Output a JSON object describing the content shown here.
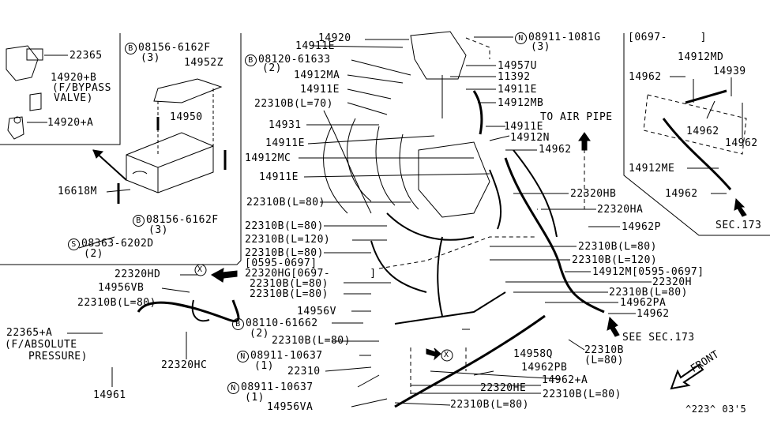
{
  "diagram": {
    "title_code": "^223^ 03'5",
    "front_label": "FRONT",
    "to_air_pipe": "TO AIR PIPE",
    "see_sec_173": "SEE SEC.173",
    "sec_173": "SEC.173",
    "connector_mark": "X",
    "inset_left": {
      "labels": [
        {
          "text": "22365"
        },
        {
          "text": "14920+B"
        },
        {
          "text": "(F/BYPASS"
        },
        {
          "text": "VALVE)"
        },
        {
          "text": "14920+A"
        }
      ]
    },
    "inset_right": {
      "date_range": "[0697-     ]",
      "labels": [
        {
          "text": "14912MD"
        },
        {
          "text": "14962"
        },
        {
          "text": "14939"
        },
        {
          "text": "14962"
        },
        {
          "text": "14962"
        },
        {
          "text": "14912ME"
        },
        {
          "text": "14962"
        }
      ]
    },
    "canister_group": {
      "labels": [
        {
          "badge": "B",
          "text": "08156-6162F",
          "qty": "(3)"
        },
        {
          "text": "14952Z"
        },
        {
          "text": "14950"
        },
        {
          "text": "16618M"
        },
        {
          "badge": "B",
          "text": "08156-6162F",
          "qty": "(3)"
        },
        {
          "badge": "S",
          "text": "08363-6202D",
          "qty": "(2)"
        }
      ]
    },
    "main_labels": [
      {
        "text": "14920"
      },
      {
        "text": "14911E"
      },
      {
        "badge": "B",
        "text": "08120-61633",
        "qty": "(2)"
      },
      {
        "text": "14912MA"
      },
      {
        "text": "14911E"
      },
      {
        "text": "22310B(L=70)"
      },
      {
        "text": "14931"
      },
      {
        "text": "14911E"
      },
      {
        "text": "14912MC"
      },
      {
        "text": "14911E"
      },
      {
        "badge": "N",
        "text": "08911-1081G",
        "qty": "(3)"
      },
      {
        "text": "14957U"
      },
      {
        "text": "11392"
      },
      {
        "text": "14911E"
      },
      {
        "text": "14912MB"
      },
      {
        "text": "14911E"
      },
      {
        "text": "14912N"
      },
      {
        "text": "14962"
      },
      {
        "text": "22320HB"
      },
      {
        "text": "22320HA"
      },
      {
        "text": "14962P"
      },
      {
        "text": "22310B(L=80)"
      },
      {
        "text": "22310B(L=120)"
      },
      {
        "text": "14912M[0595-0697]"
      },
      {
        "text": "22320H"
      },
      {
        "text": "22310B(L=80)"
      },
      {
        "text": "14962PA"
      },
      {
        "text": "14962"
      },
      {
        "text": "22310B(L=80)"
      },
      {
        "text": "22310B(L=80)"
      },
      {
        "text": "22310B(L=120)"
      },
      {
        "text": "22310B(L=80)"
      },
      {
        "text": "[0595-0697]"
      },
      {
        "text": "22320HG[0697-      ]"
      },
      {
        "text": "22310B(L=80)"
      },
      {
        "text": "22310B(L=80)"
      },
      {
        "text": "14956V"
      },
      {
        "badge": "B",
        "text": "08110-61662",
        "qty": "(2)"
      },
      {
        "text": "22310B(L=80)"
      },
      {
        "badge": "N",
        "text": "08911-10637",
        "qty": "(1)"
      },
      {
        "text": "22310"
      },
      {
        "badge": "N",
        "text": "08911-10637",
        "qty": "(1)"
      },
      {
        "text": "14956VA"
      },
      {
        "text": "14958Q"
      },
      {
        "text": "22310B"
      },
      {
        "text": "(L=80)"
      },
      {
        "text": "14962PB"
      },
      {
        "text": "14962+A"
      },
      {
        "text": "22320HE"
      },
      {
        "text": "22310B(L=80)"
      },
      {
        "text": "22310B(L=80)"
      }
    ],
    "lower_left": {
      "labels": [
        {
          "text": "22320HD"
        },
        {
          "text": "14956VB"
        },
        {
          "text": "22310B(L=80)"
        },
        {
          "text": "22365+A"
        },
        {
          "text": "(F/ABSOLUTE"
        },
        {
          "text": "PRESSURE)"
        },
        {
          "text": "22320HC"
        },
        {
          "text": "14961"
        }
      ]
    }
  }
}
